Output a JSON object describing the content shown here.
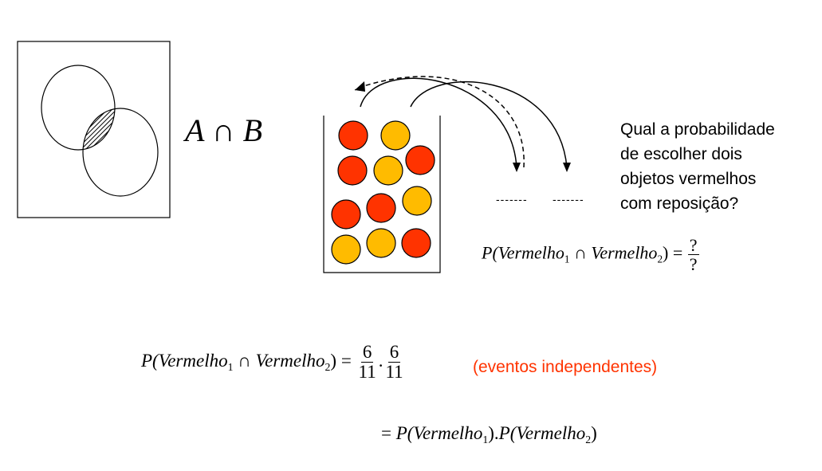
{
  "venn": {
    "intersection_label": "A ∩ B"
  },
  "urn": {
    "balls": [
      {
        "color": "red"
      },
      {
        "color": "yellow"
      },
      {
        "color": "red"
      },
      {
        "color": "yellow"
      },
      {
        "color": "red"
      },
      {
        "color": "red"
      },
      {
        "color": "red"
      },
      {
        "color": "yellow"
      },
      {
        "color": "yellow"
      },
      {
        "color": "yellow"
      },
      {
        "color": "red"
      }
    ],
    "red_color": "#ff3300",
    "yellow_color": "#ffbb00",
    "blanks": [
      "-------",
      "-------"
    ]
  },
  "question": {
    "lines": [
      "Qual a probabilidade",
      "de escolher dois",
      "objetos vermelhos",
      "com reposição?"
    ]
  },
  "formula_question": {
    "lhs_open": "P(",
    "event1": "Vermelho",
    "sub1": "1",
    "cap": " ∩ ",
    "event2": "Vermelho",
    "sub2": "2",
    "lhs_close": ") = ",
    "num": "?",
    "den": "?"
  },
  "formula_answer": {
    "lhs_open": "P(",
    "event1": "Vermelho",
    "sub1": "1",
    "cap": " ∩ ",
    "event2": "Vermelho",
    "sub2": "2",
    "lhs_close": ") = ",
    "frac1_num": "6",
    "frac1_den": "11",
    "dot": ".",
    "frac2_num": "6",
    "frac2_den": "11"
  },
  "independence_note": "(eventos independentes)",
  "formula_product": {
    "eq": "= ",
    "p1_open": "P(",
    "event1": "Vermelho",
    "sub1": "1",
    "p1_close": ").",
    "p2_open": "P(",
    "event2": "Vermelho",
    "sub2": "2",
    "p2_close": ")"
  }
}
